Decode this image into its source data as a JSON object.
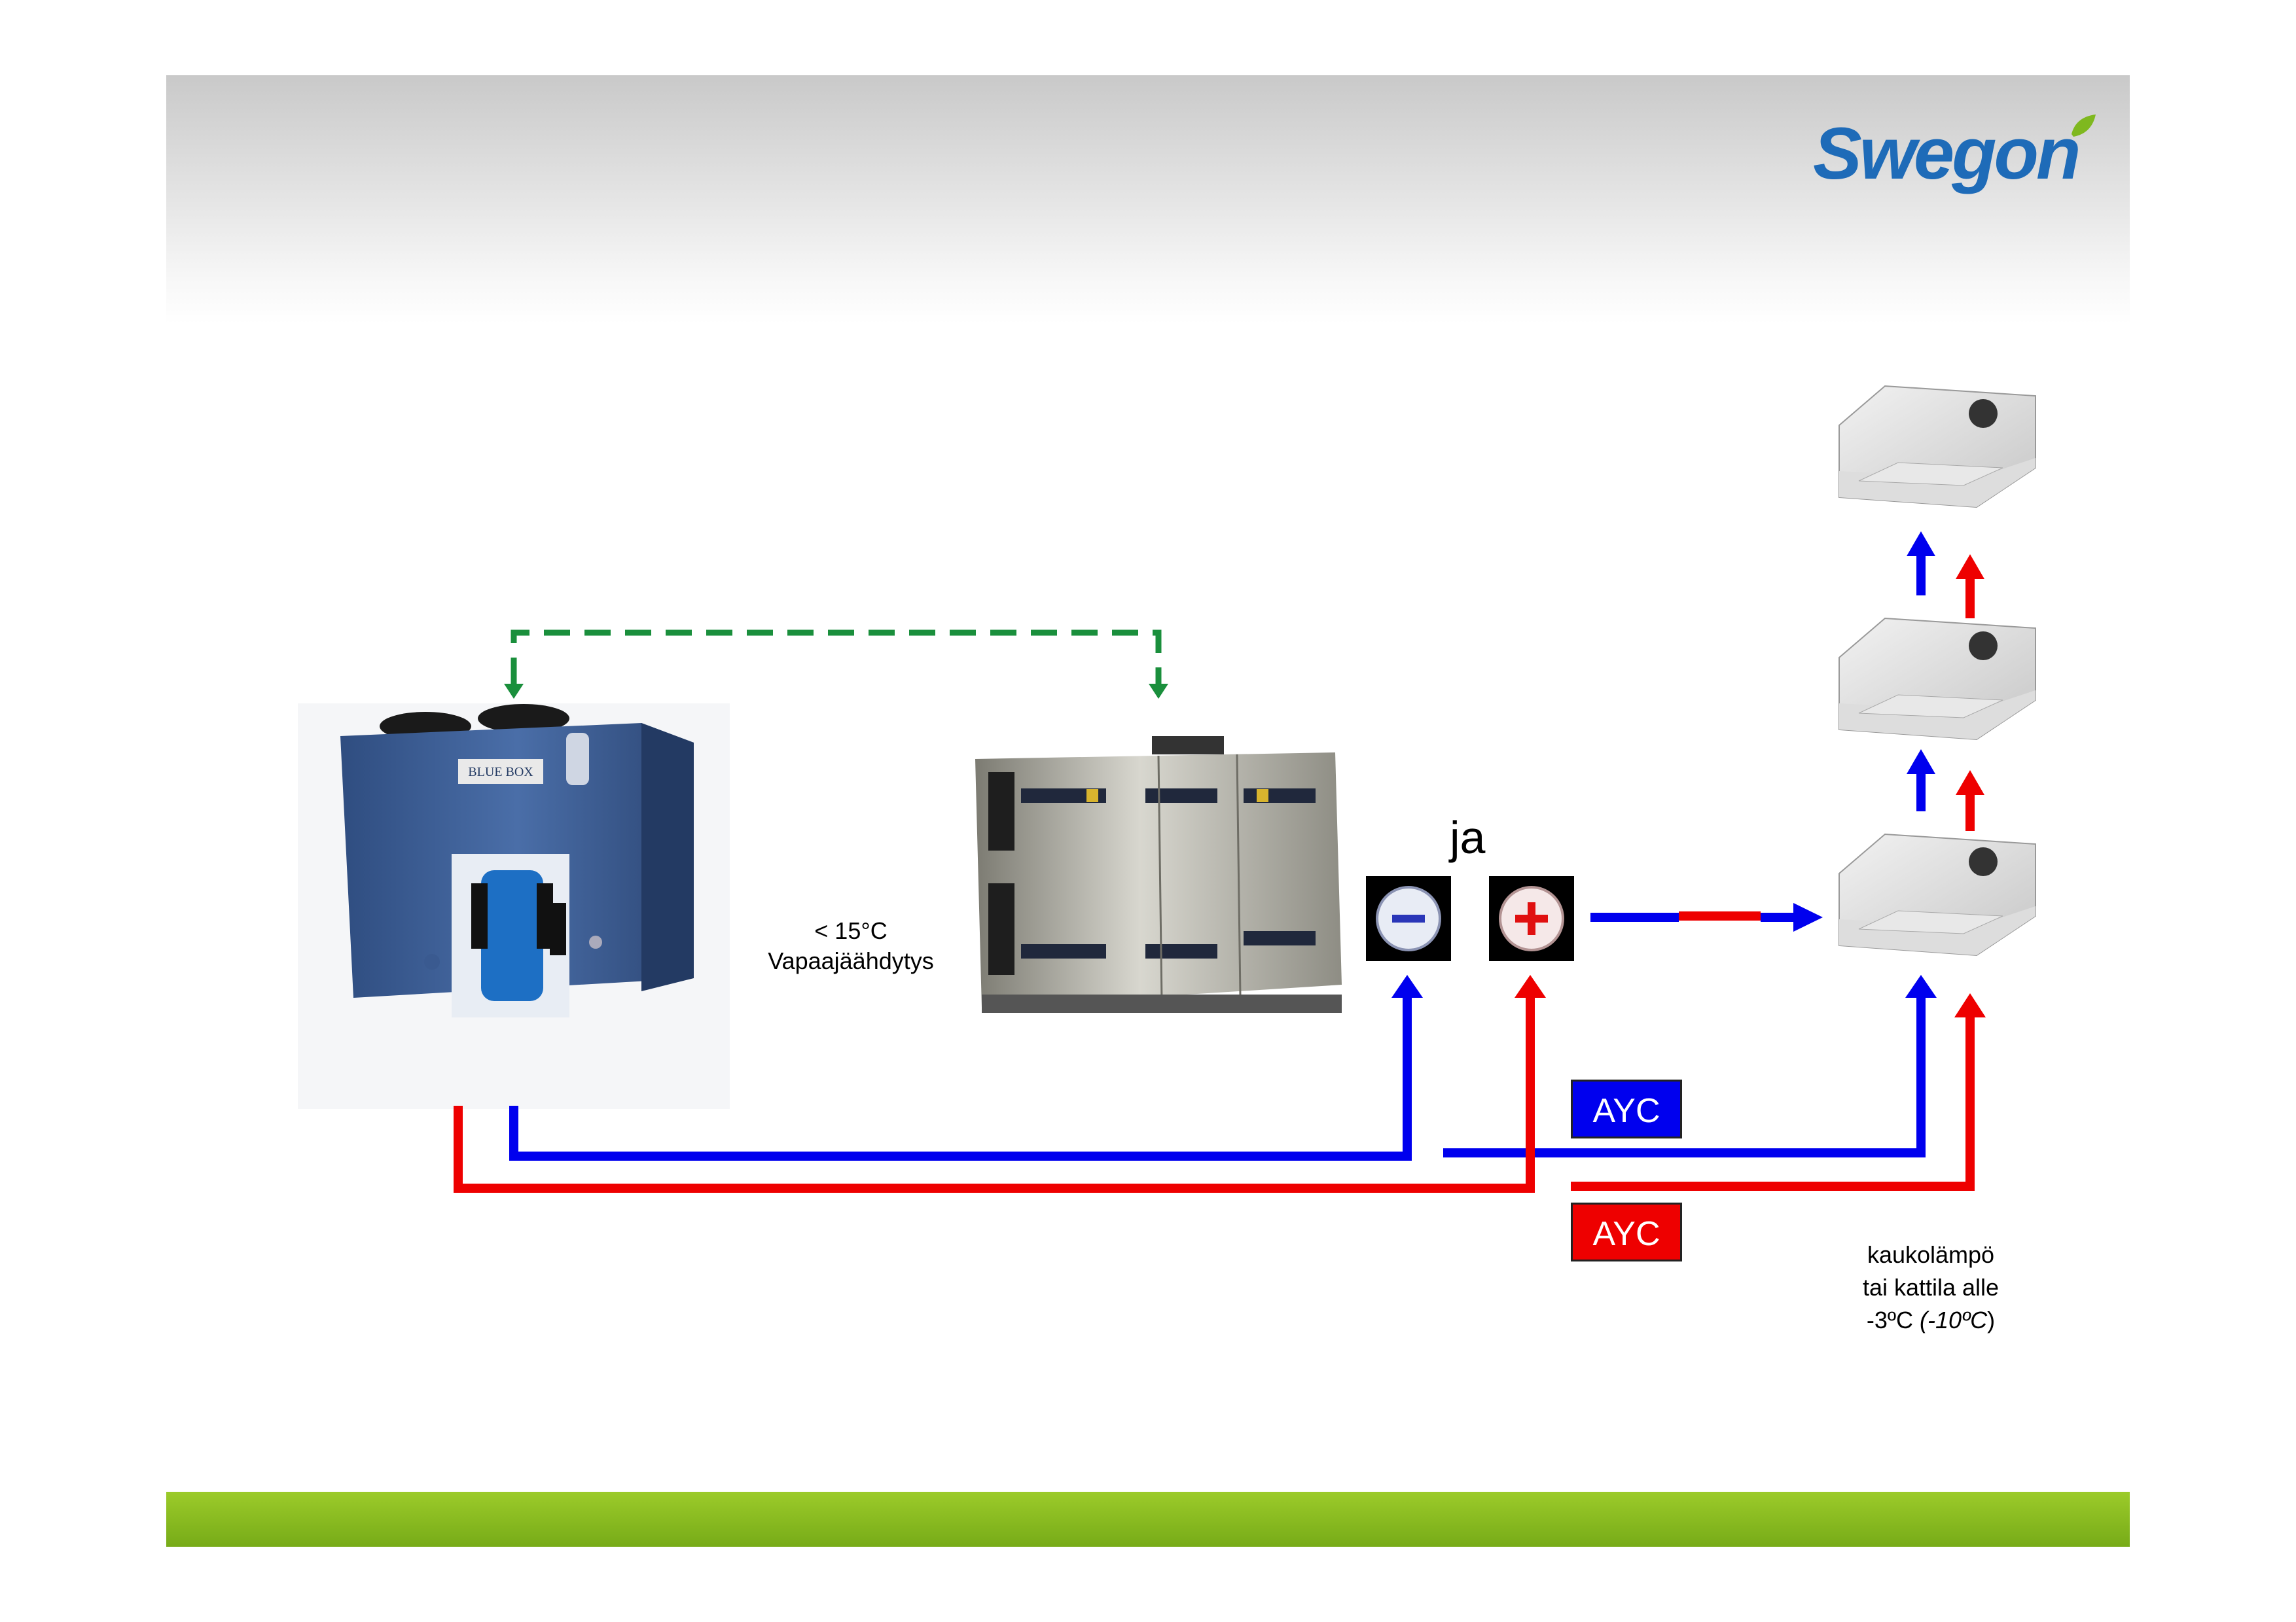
{
  "brand": {
    "logo_text": "Swegon"
  },
  "labels": {
    "freecooling_line1": "< 15°C",
    "freecooling_line2": "Vapaajäähdytys",
    "and_word": "ja",
    "heat_line1": "kaukolämpö",
    "heat_line2": "tai kattila alle",
    "heat_line3_normal": "-3ºC ",
    "heat_line3_italic": "(-10ºC",
    "heat_line3_close": ")"
  },
  "badges": {
    "cold_circuit": "AYC",
    "hot_circuit": "AYC"
  },
  "chiller": {
    "brand_plate": "BLUE BOX"
  },
  "colors": {
    "cold": "#0000ee",
    "hot": "#ee0000",
    "freecooling_link": "#1a8f3c",
    "brand_blue": "#1e6bb8",
    "brand_green": "#7fb81f"
  },
  "icons": [
    "minus-icon",
    "plus-icon",
    "arrow-up-icon",
    "arrow-right-icon",
    "arrow-down-icon"
  ]
}
